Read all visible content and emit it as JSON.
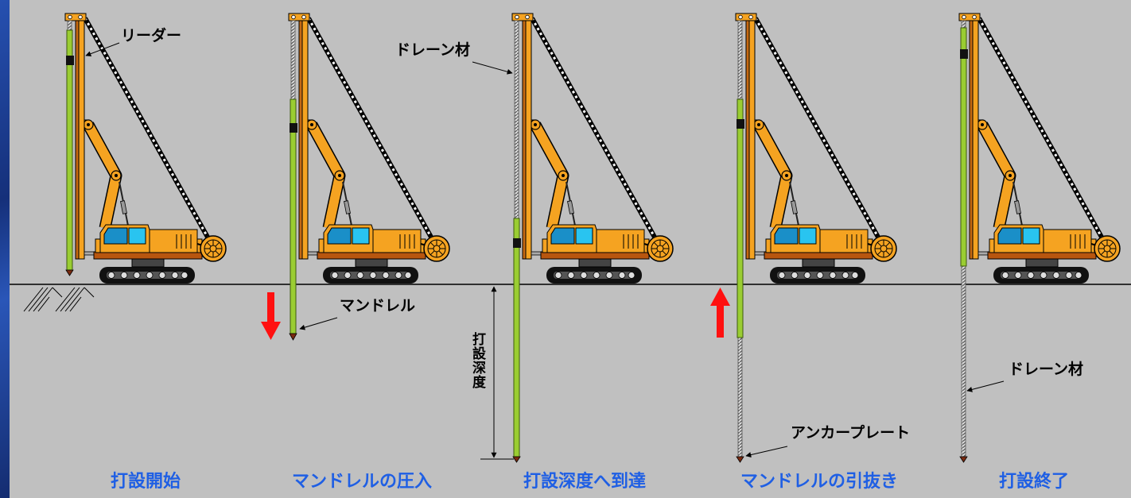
{
  "colors": {
    "frame_blue": "#1b3f9a",
    "panel_gray": "#c0c0c0",
    "caption_blue": "#1f5fe4",
    "machine_orange": "#f5a321",
    "mandrel_green": "#9acd32",
    "arrow_red": "#ff1010",
    "window_blue": "#29c4f0"
  },
  "callouts": {
    "leader": "リーダー",
    "drain_material_top": "ドレーン材",
    "mandrel": "マンドレル",
    "anchor_plate": "アンカープレート",
    "drain_material_bottom": "ドレーン材",
    "driving_depth": "打設深度"
  },
  "stages": [
    {
      "caption": "打設開始"
    },
    {
      "caption": "マンドレルの圧入",
      "motion_icon": "down-arrow-icon"
    },
    {
      "caption": "打設深度へ到達"
    },
    {
      "caption": "マンドレルの引抜き",
      "motion_icon": "up-arrow-icon"
    },
    {
      "caption": "打設終了"
    }
  ]
}
